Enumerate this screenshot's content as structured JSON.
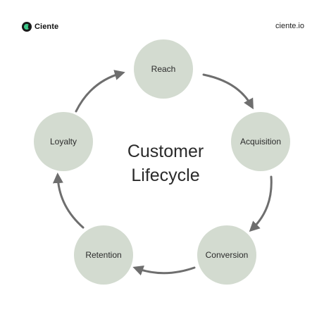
{
  "header": {
    "brand_name": "Ciente",
    "brand_logo_icon": "ciente-logo-icon",
    "site_url": "ciente.io"
  },
  "diagram": {
    "title_line1": "Customer",
    "title_line2": "Lifecycle",
    "stages": [
      {
        "label": "Reach"
      },
      {
        "label": "Acquisition"
      },
      {
        "label": "Conversion"
      },
      {
        "label": "Retention"
      },
      {
        "label": "Loyalty"
      }
    ],
    "colors": {
      "node_fill": "#d3dbd0",
      "arrow": "#6e6e6e",
      "brand_accent": "#3ecf8e"
    }
  }
}
